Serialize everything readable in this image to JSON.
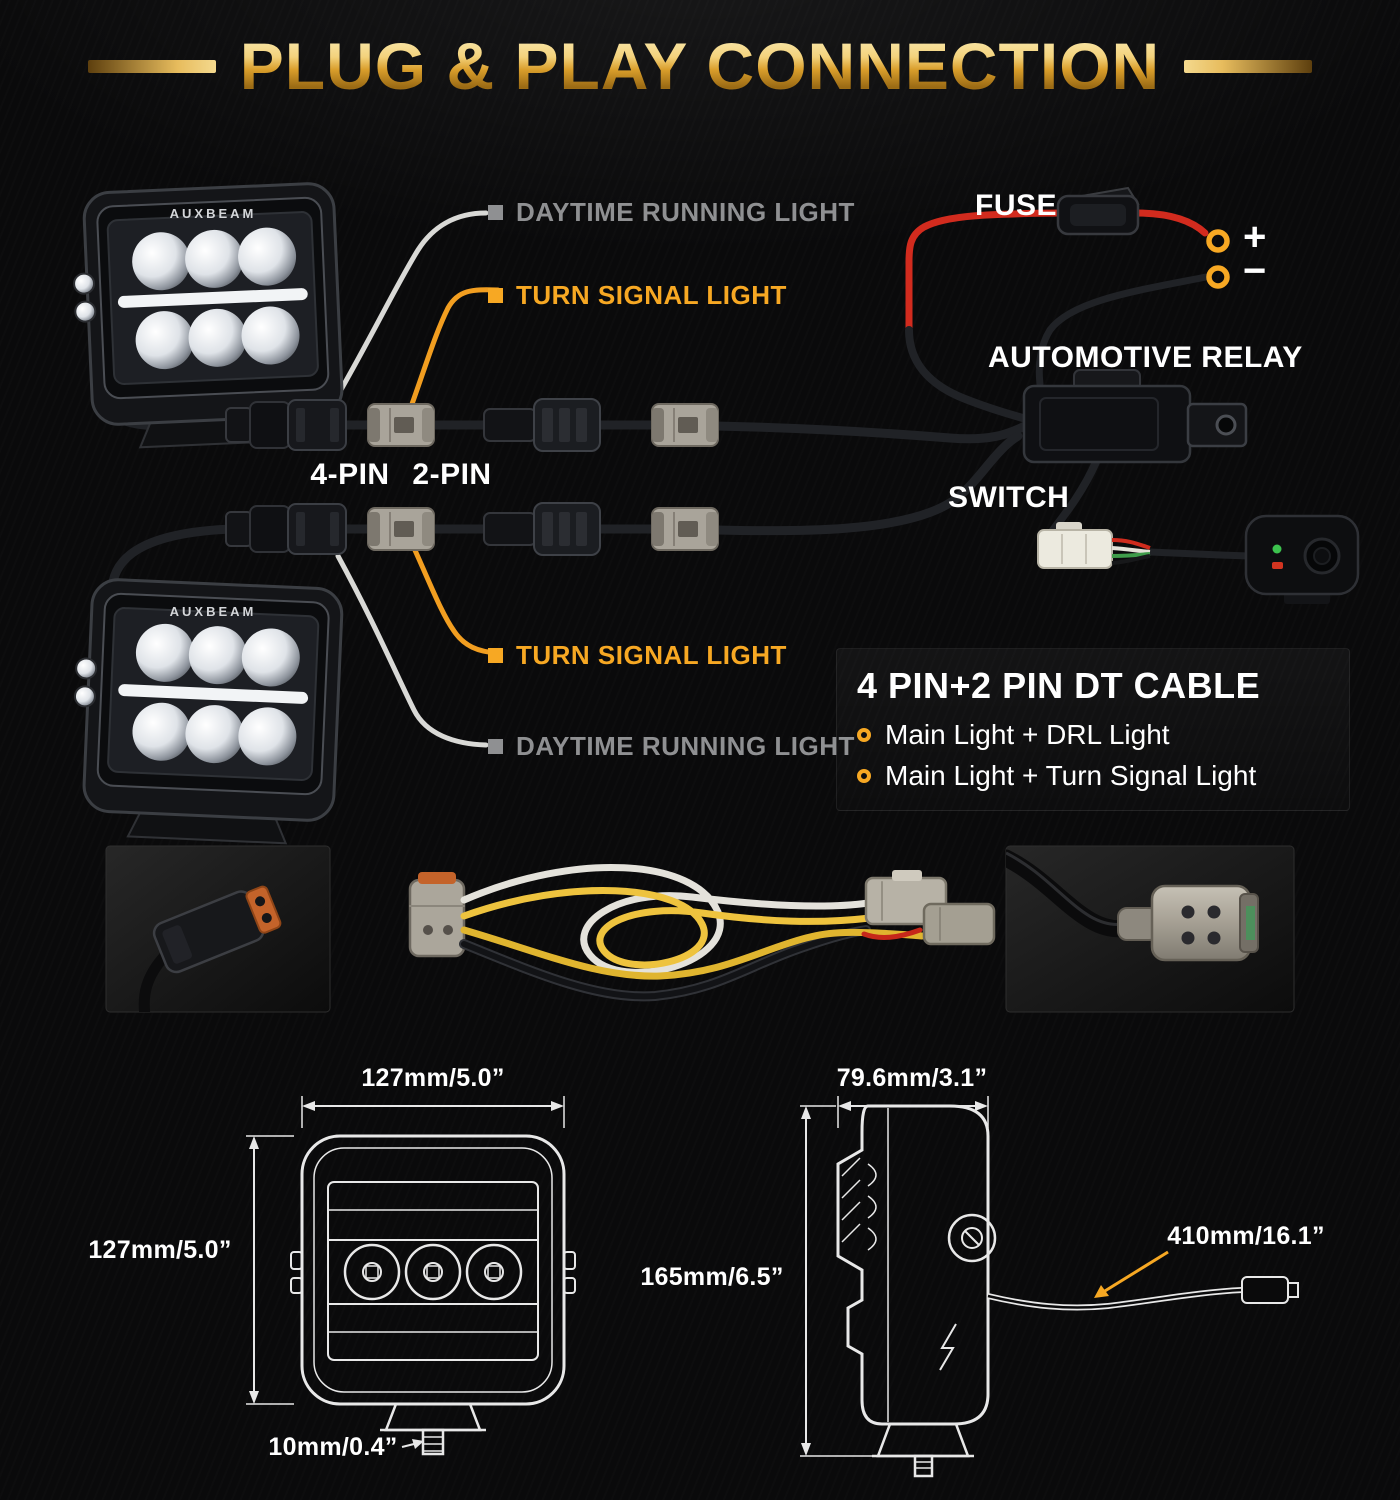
{
  "title": "PLUG & PLAY CONNECTION",
  "brand": "AUXBEAM",
  "wiring": {
    "drl_top": "DAYTIME RUNNING LIGHT",
    "turn_top": "TURN SIGNAL LIGHT",
    "pin4": "4-PIN",
    "pin2": "2-PIN",
    "fuse": "FUSE",
    "plus": "+",
    "minus": "−",
    "relay": "AUTOMOTIVE RELAY",
    "switch": "SWITCH",
    "turn_bottom": "TURN SIGNAL LIGHT",
    "drl_bottom": "DAYTIME RUNNING LIGHT"
  },
  "cable_info": {
    "title": "4 PIN+2 PIN DT CABLE",
    "bullets": [
      "Main Light + DRL Light",
      "Main Light + Turn Signal Light"
    ]
  },
  "dimensions": {
    "front_width": "127mm/5.0”",
    "front_height": "127mm/5.0”",
    "stud": "10mm/0.4”",
    "side_depth": "79.6mm/3.1”",
    "side_height": "165mm/6.5”",
    "cable_length": "410mm/16.1”"
  },
  "colors": {
    "accent_orange": "#f7a823",
    "gold": "#e7bc5d",
    "red_wire": "#d22b1e",
    "gray_label": "#8f9092"
  }
}
